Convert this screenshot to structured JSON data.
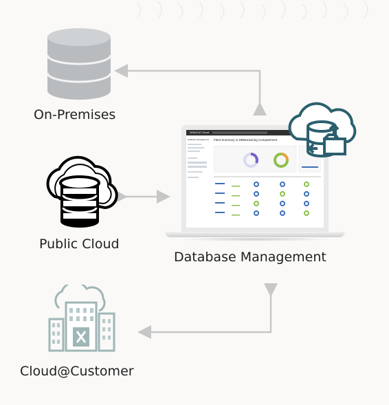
{
  "labels": {
    "on_premises": "On-Premises",
    "public_cloud": "Public Cloud",
    "database_management": "Database Management",
    "cloud_at_customer": "Cloud@Customer"
  },
  "screen": {
    "brand": "ORACLE Cloud",
    "nav_title": "Database Management",
    "page_title": "Fleet Summary in DBMonitoring Compartment"
  },
  "colors": {
    "arrow": "#c7c7c7",
    "db_gray": "#b9bcbf",
    "icon_teal": "#2c5f6e",
    "building": "#9fb6b6"
  }
}
